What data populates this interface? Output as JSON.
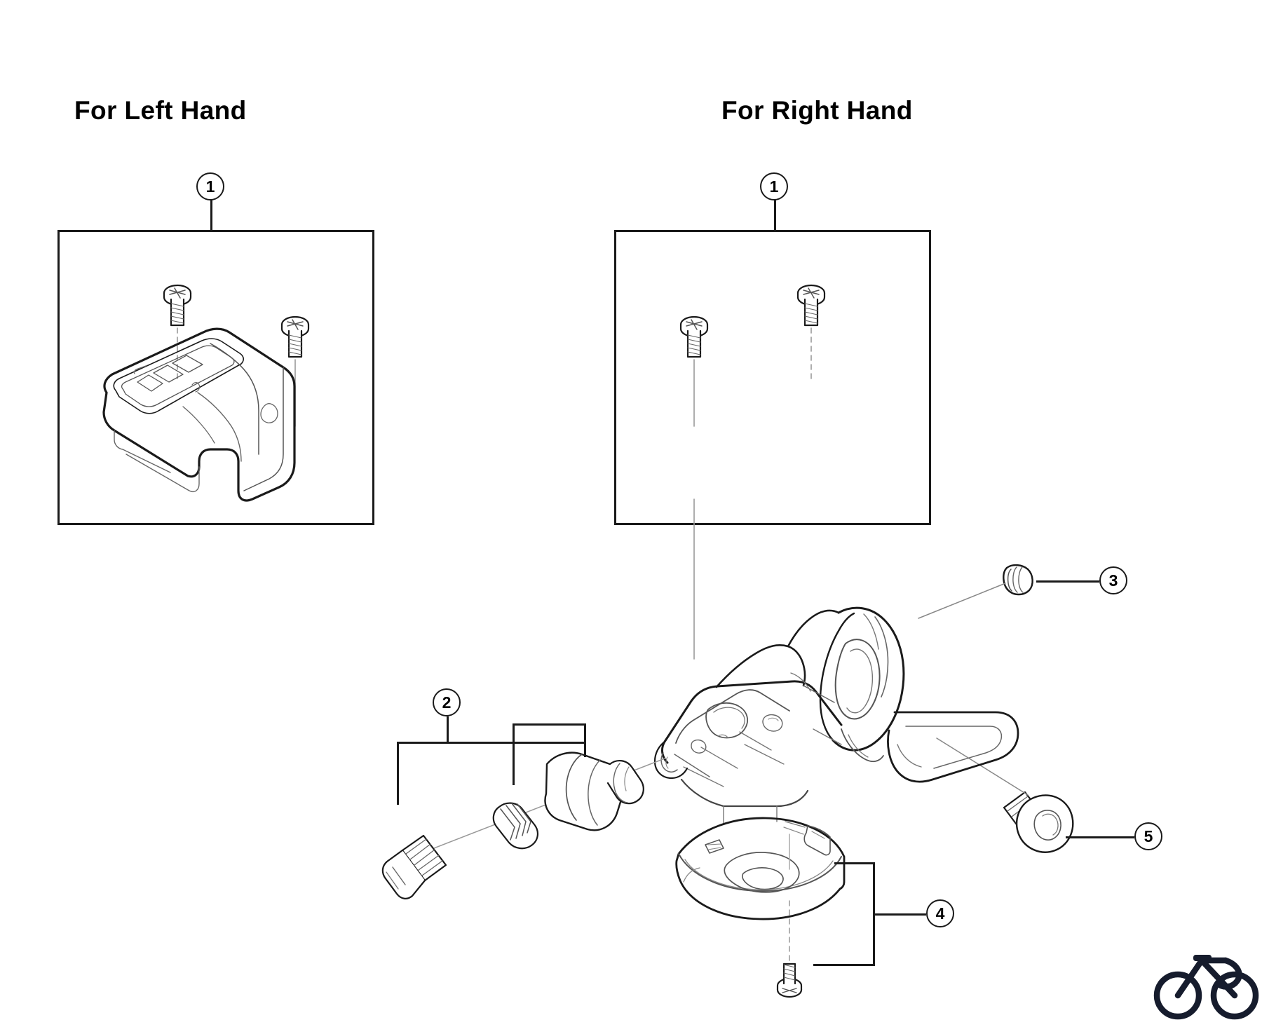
{
  "diagram": {
    "type": "exploded-parts-view",
    "subject": "bicycle shifter assembly",
    "background_color": "#ffffff",
    "line_color": "#1a1a1a"
  },
  "panels": [
    {
      "id": "left-hand",
      "title": "For Left Hand",
      "callout": "1",
      "contents": "shifter cover with two fixing screws"
    },
    {
      "id": "right-hand",
      "title": "For Right Hand",
      "callout": "1",
      "contents": "shifter cover with two fixing screws"
    }
  ],
  "callouts": [
    {
      "number": "1",
      "target": "left-hand cover assembly"
    },
    {
      "number": "1",
      "target": "right-hand cover assembly"
    },
    {
      "number": "2",
      "target": "cable adjusting barrel, grommet and bolt"
    },
    {
      "number": "3",
      "target": "cap plug"
    },
    {
      "number": "4",
      "target": "base plate and fixing screw"
    },
    {
      "number": "5",
      "target": "clamp bolt"
    }
  ],
  "logo": {
    "name": "bicycle-logo",
    "color": "#161c2d"
  }
}
